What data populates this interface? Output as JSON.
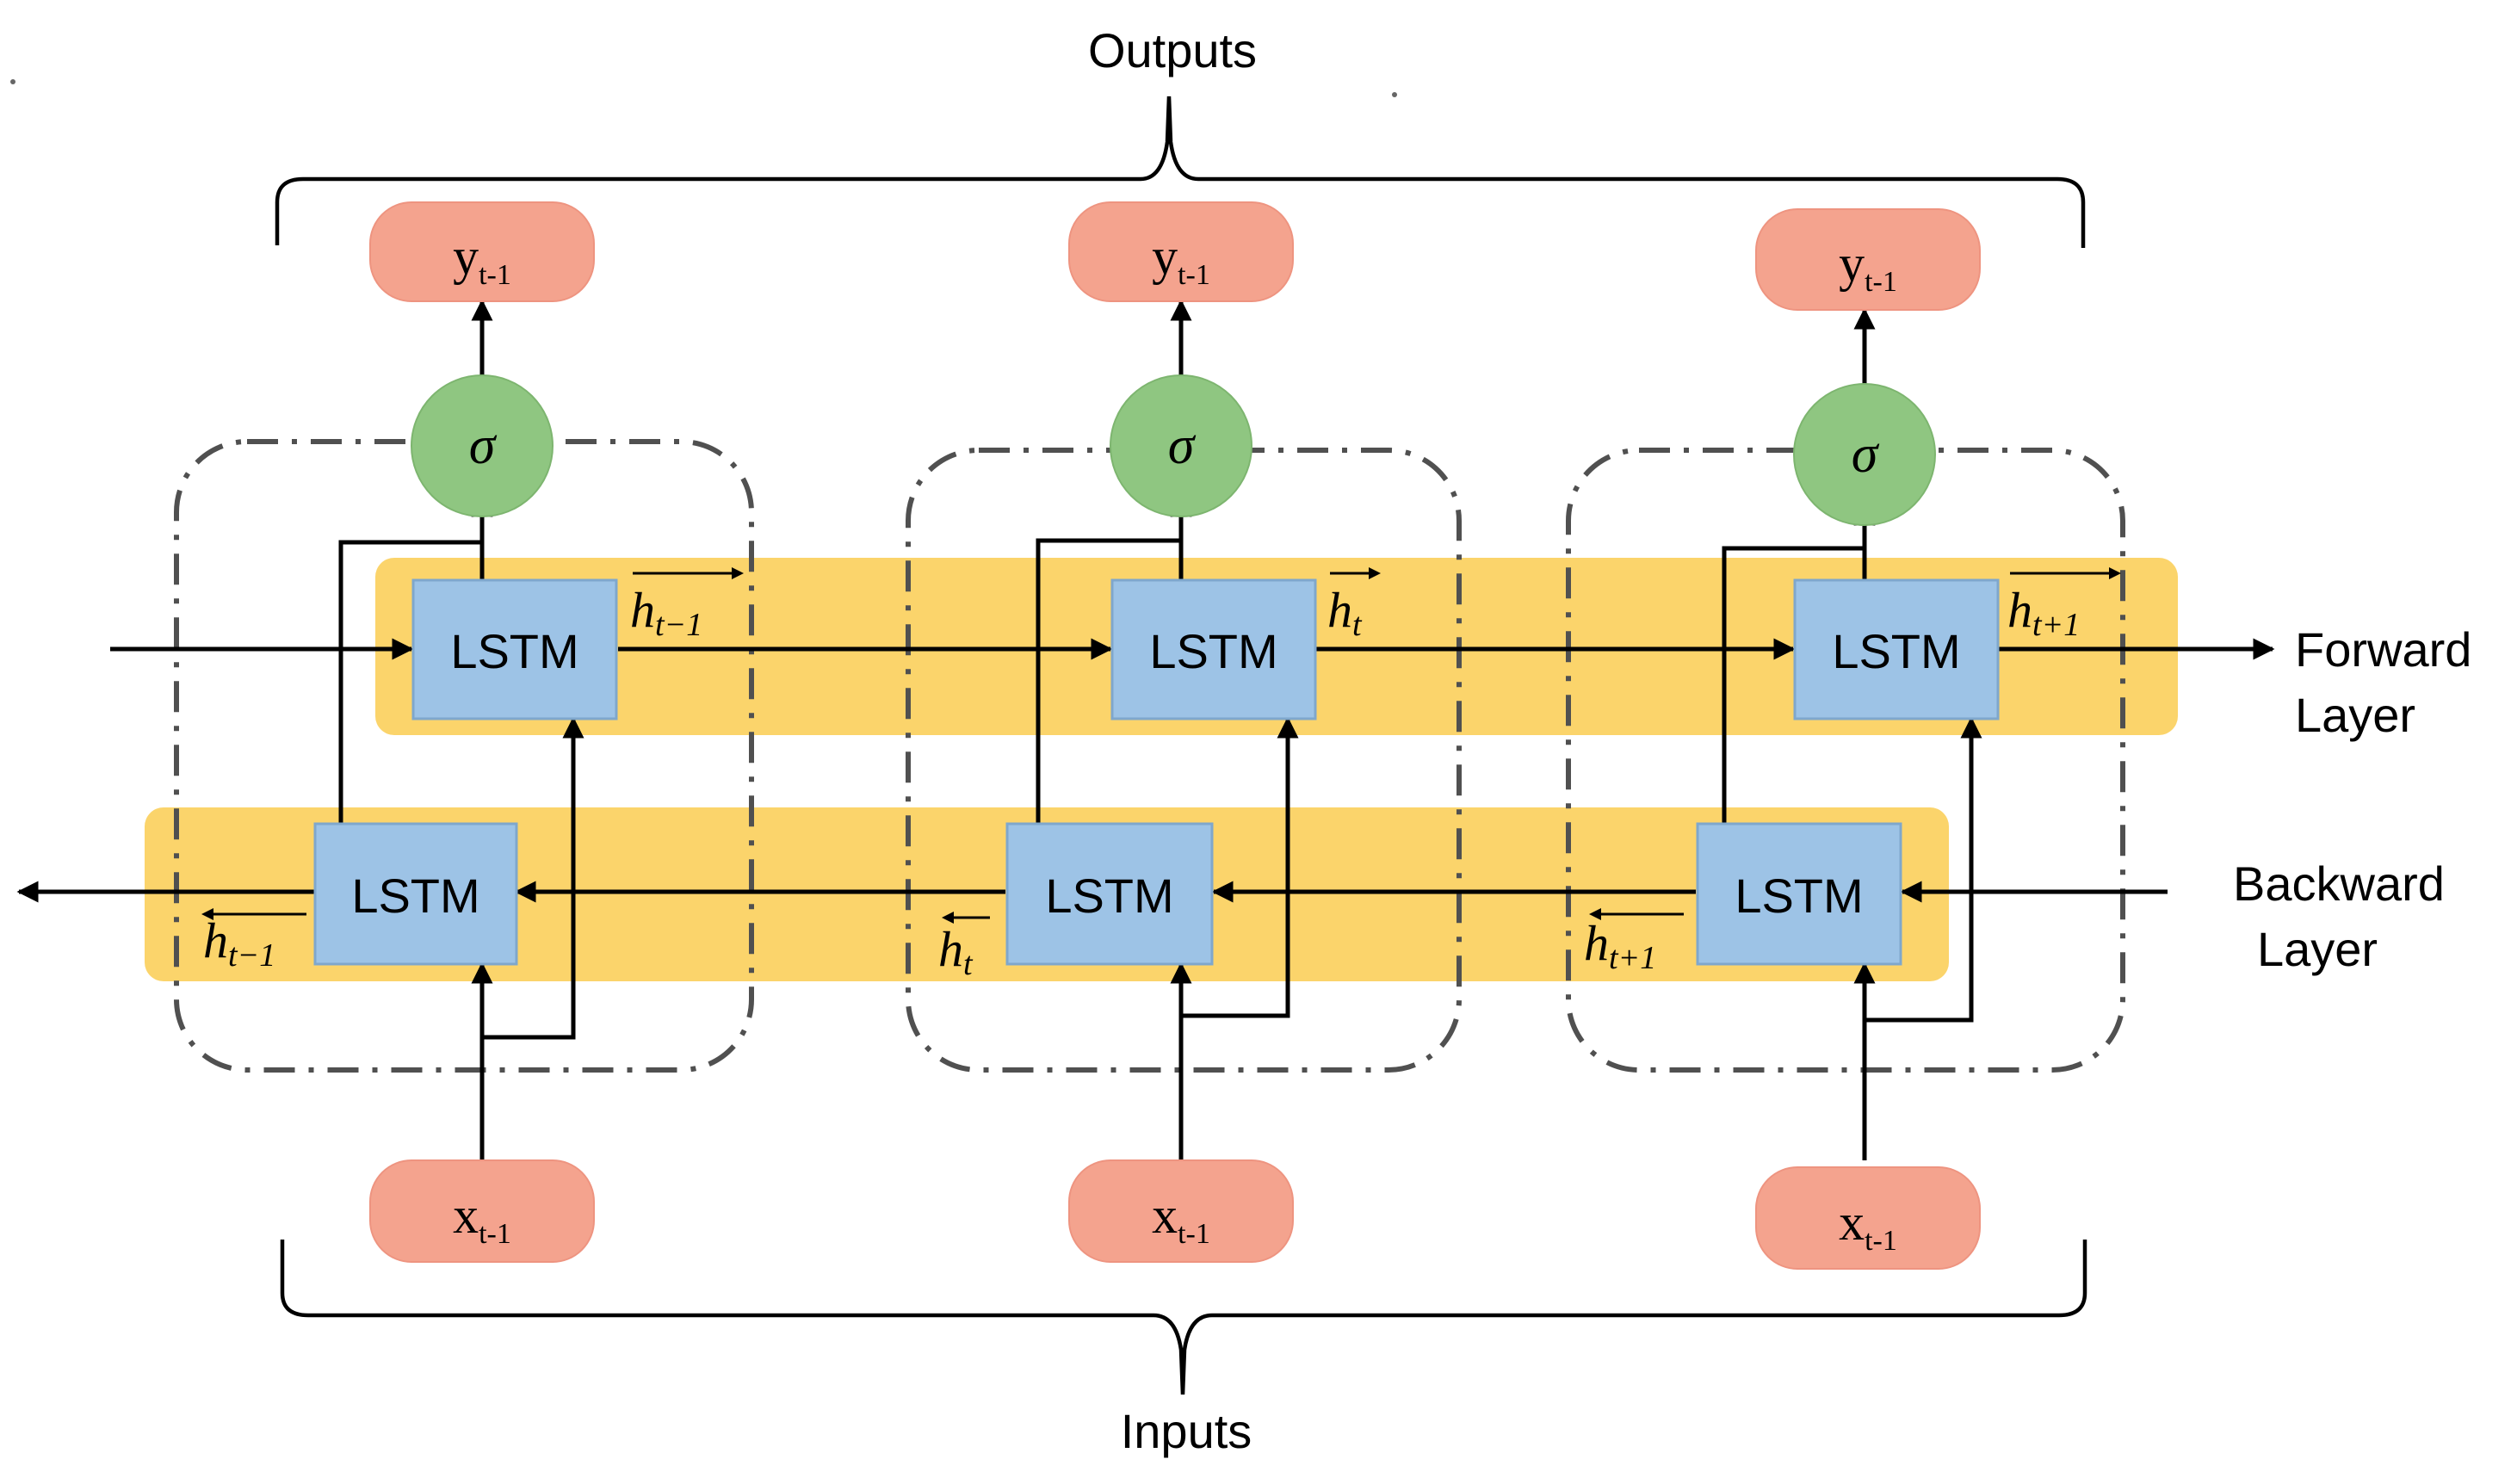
{
  "labels": {
    "outputs": "Outputs",
    "inputs": "Inputs",
    "forward_layer_line1": "Forward",
    "forward_layer_line2": "Layer",
    "backward_layer_line1": "Backward",
    "backward_layer_line2": "Layer"
  },
  "cells": [
    {
      "output": {
        "base": "y",
        "sub": "t-1"
      },
      "activation": "σ",
      "forward_lstm": "LSTM",
      "backward_lstm": "LSTM",
      "input": {
        "base": "x",
        "sub": "t-1"
      },
      "forward_state": {
        "base": "h",
        "sub": "t−1"
      },
      "backward_state": {
        "base": "h",
        "sub": "t−1"
      }
    },
    {
      "output": {
        "base": "y",
        "sub": "t-1"
      },
      "activation": "σ",
      "forward_lstm": "LSTM",
      "backward_lstm": "LSTM",
      "input": {
        "base": "x",
        "sub": "t-1"
      },
      "forward_state": {
        "base": "h",
        "sub": "t"
      },
      "backward_state": {
        "base": "h",
        "sub": "t"
      }
    },
    {
      "output": {
        "base": "y",
        "sub": "t-1"
      },
      "activation": "σ",
      "forward_lstm": "LSTM",
      "backward_lstm": "LSTM",
      "input": {
        "base": "x",
        "sub": "t-1"
      },
      "forward_state": {
        "base": "h",
        "sub": "t+1"
      },
      "backward_state": {
        "base": "h",
        "sub": "t+1"
      }
    }
  ],
  "colors": {
    "layer_band": "#FBD46B",
    "lstm_box": "#9DC3E6",
    "io_box": "#F4A38E",
    "sigma_node": "#8FC681",
    "frame": "#505050"
  }
}
